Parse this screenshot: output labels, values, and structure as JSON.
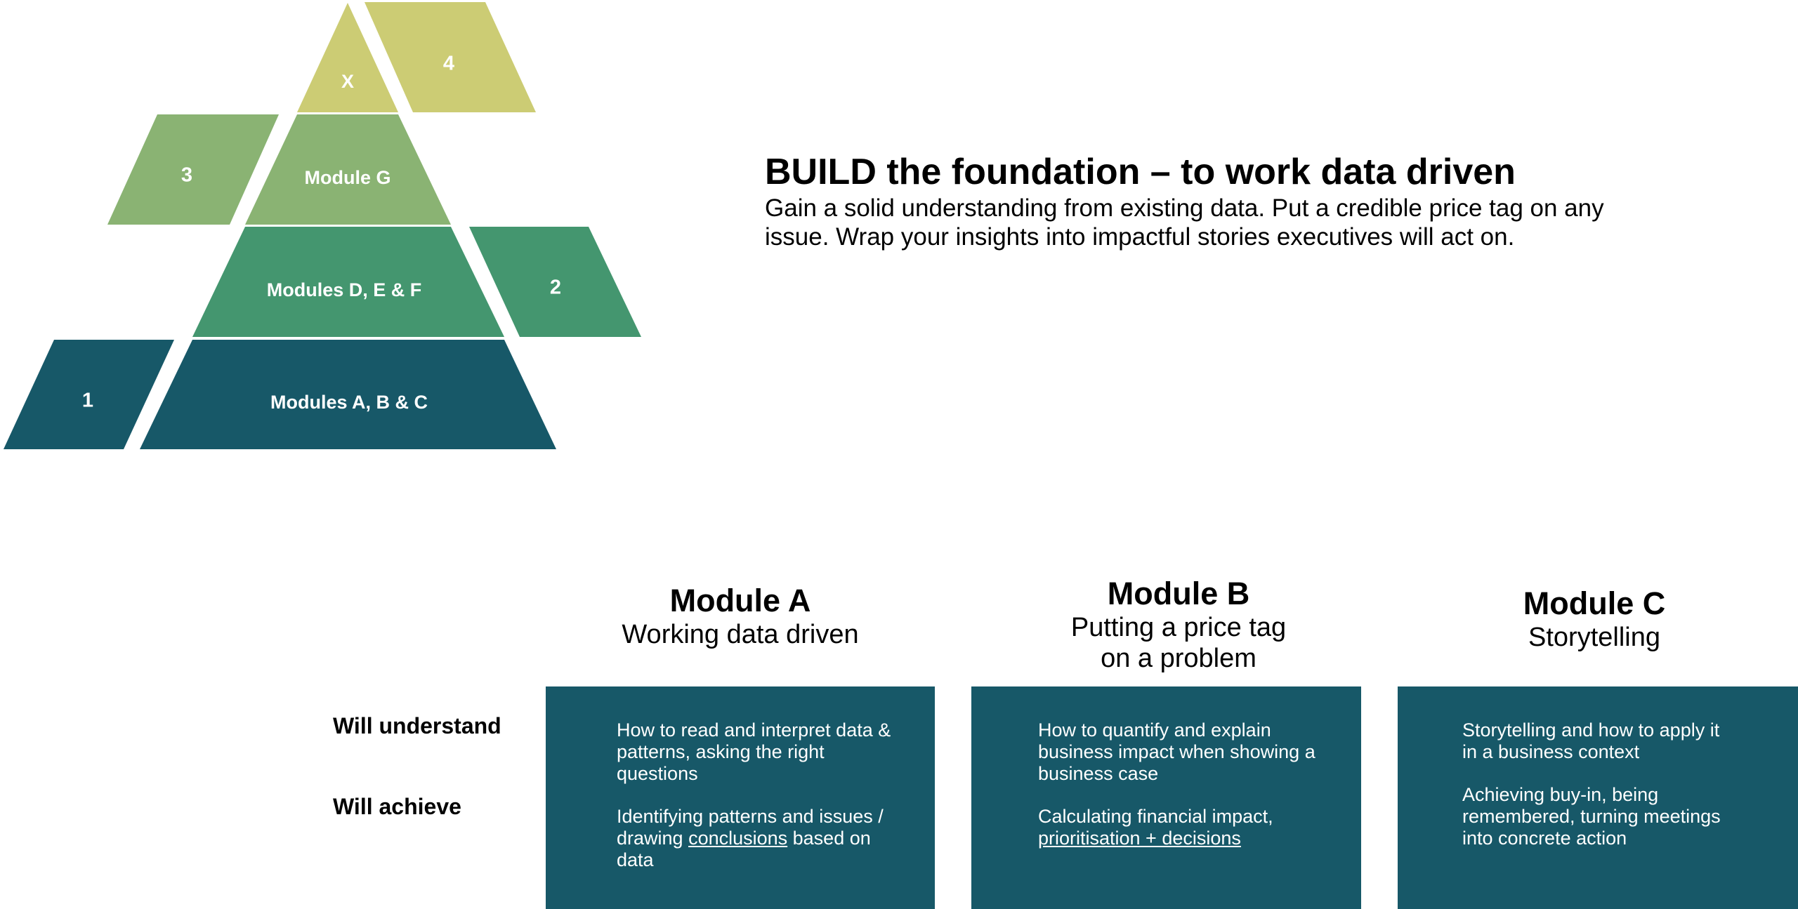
{
  "colors": {
    "teal": "#175868",
    "green": "#44966F",
    "light_green": "#8AB373",
    "olive": "#CCCC74"
  },
  "pyramid": {
    "levels": [
      {
        "label": "X",
        "side": "4"
      },
      {
        "label": "Module G",
        "side": "3"
      },
      {
        "label": "Modules D, E & F",
        "side": "2"
      },
      {
        "label": "Modules A, B & C",
        "side": "1"
      }
    ]
  },
  "hero": {
    "title": "BUILD the foundation – to work data driven",
    "body": "Gain a solid understanding from existing data. Put a credible price tag on any issue. Wrap your insights into impactful stories executives will act on."
  },
  "row_labels": {
    "understand": "Will understand",
    "achieve": "Will achieve"
  },
  "modules": [
    {
      "title": "Module A",
      "subtitle": "Working data driven",
      "understand": "How to read and interpret data & patterns, asking the right questions",
      "achieve_pre": "Identifying patterns and issues / drawing ",
      "achieve_link": "conclusions",
      "achieve_post": " based on data"
    },
    {
      "title": "Module B",
      "subtitle": "Putting a price tag on a problem",
      "understand": "How to quantify and explain business impact when showing a business case",
      "achieve_pre": "Calculating financial impact, ",
      "achieve_link": "prioritisation + decisions",
      "achieve_post": ""
    },
    {
      "title": "Module C",
      "subtitle": "Storytelling",
      "understand": "Storytelling and how to apply it in a business context",
      "achieve_pre": "Achieving buy-in, being remembered, turning meetings into concrete action",
      "achieve_link": "",
      "achieve_post": ""
    }
  ]
}
